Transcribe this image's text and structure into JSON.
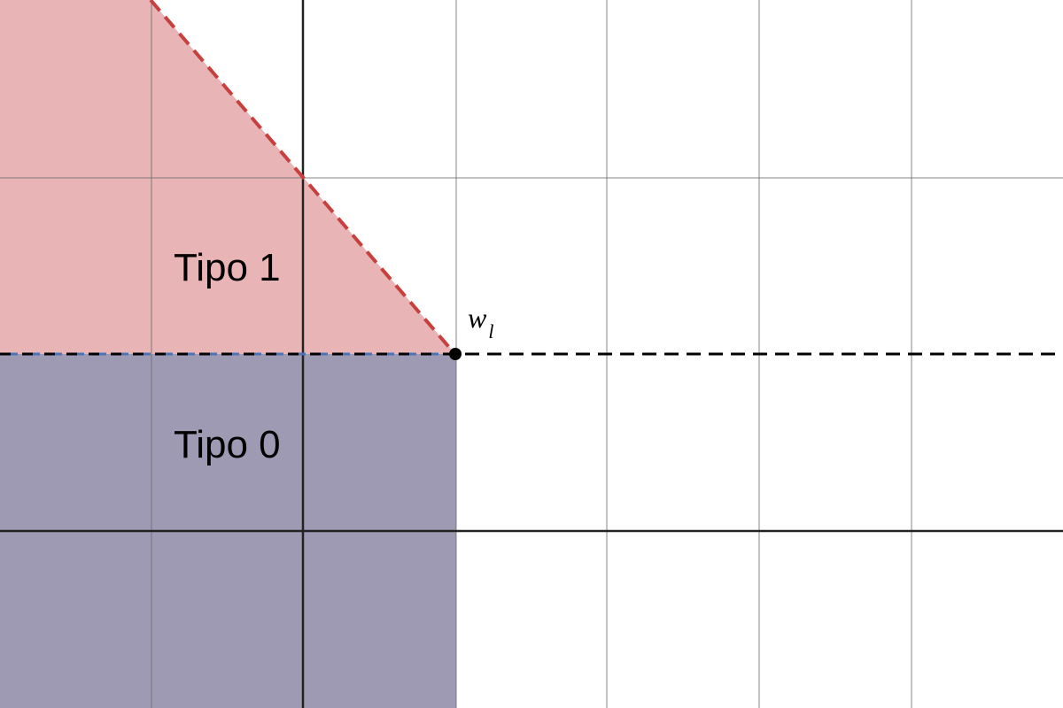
{
  "labels": {
    "tipo1": "Tipo 1",
    "tipo0": "Tipo 0",
    "point_main": "w",
    "point_sub": "l"
  },
  "colors": {
    "tipo1_fill": "#e9b4b6",
    "tipo0_fill": "#9e9ab3",
    "red_line": "#c8403e",
    "blue_line": "#4a74b8",
    "black_line": "#000000",
    "grid": "#6f6f6f",
    "axis": "#222222"
  },
  "icons": {
    "point": "filled-dot"
  }
}
